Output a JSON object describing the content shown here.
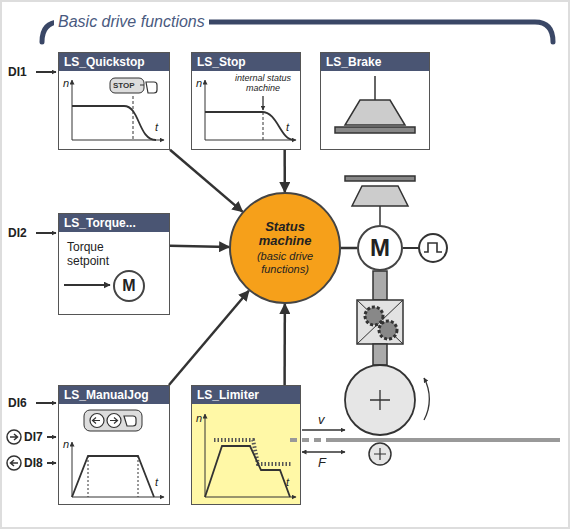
{
  "diagram": {
    "nodes": [
      {
        "text": [
          "LS_Quickstop",
          "STOP",
          "n",
          "t"
        ]
      },
      {
        "text": [
          "LS_Stop",
          "internal status machine",
          "n",
          "t"
        ]
      },
      {
        "text": [
          "LS_Brake"
        ]
      },
      {
        "text": [
          "LS_Torque...",
          "Torque setpoint"
        ]
      },
      {
        "text": [
          "M"
        ],
        "in": 3
      },
      {
        "text": [
          "Status machine",
          "(basic drive functions)"
        ]
      },
      {
        "text": [
          "LS_ManualJog",
          "n",
          "t"
        ]
      },
      {
        "text": [
          "LS_Limiter",
          "n",
          "t"
        ]
      },
      {
        "text": [
          "M"
        ]
      }
    ],
    "edges": [
      {
        "from": 0,
        "to": 5,
        "arrow": "to"
      },
      {
        "from": 1,
        "to": 5,
        "arrow": "to"
      },
      {
        "from": 3,
        "to": 5,
        "arrow": "to"
      },
      {
        "from": 6,
        "to": 5,
        "arrow": "to"
      },
      {
        "from": 7,
        "to": 5,
        "arrow": "to"
      },
      {
        "from": 5,
        "to": 8,
        "arrow": "none"
      }
    ],
    "labels": [
      "Basic drive functions",
      "DI1",
      "DI2",
      "DI6",
      "DI7",
      "DI8",
      "v",
      "F"
    ]
  }
}
